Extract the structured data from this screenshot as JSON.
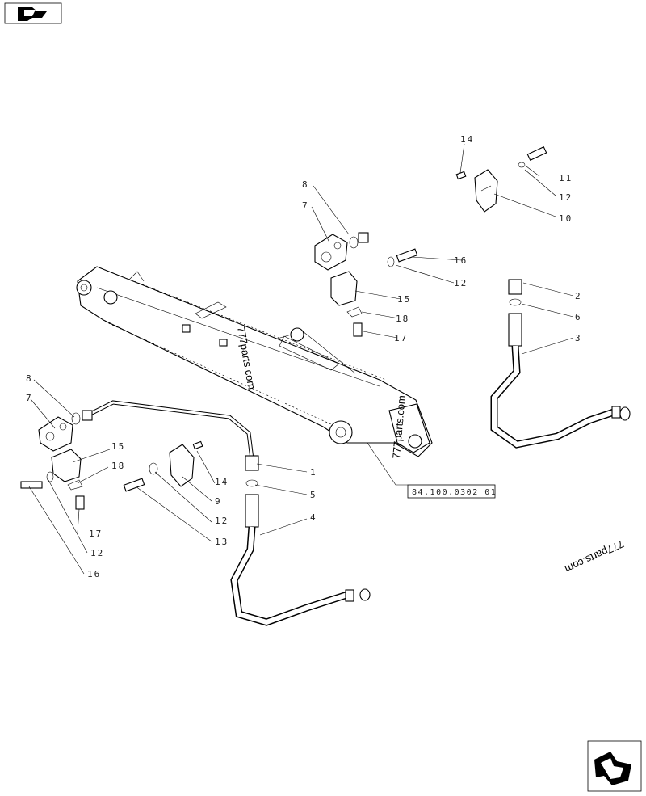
{
  "diagram": {
    "reference": "84.100.0302 01",
    "watermark": "777parts.com",
    "colors": {
      "line": "#000000",
      "background": "#ffffff"
    },
    "nav_icons": [
      "previous-page-arrow-icon",
      "next-page-arrow-icon"
    ],
    "callouts": [
      {
        "id": "c14a",
        "text": "14"
      },
      {
        "id": "c11",
        "text": "11"
      },
      {
        "id": "c12a",
        "text": "12"
      },
      {
        "id": "c10",
        "text": "10"
      },
      {
        "id": "c8a",
        "text": "8"
      },
      {
        "id": "c7a",
        "text": "7"
      },
      {
        "id": "c16a",
        "text": "16"
      },
      {
        "id": "c12b",
        "text": "12"
      },
      {
        "id": "c15a",
        "text": "15"
      },
      {
        "id": "c18a",
        "text": "18"
      },
      {
        "id": "c17a",
        "text": "17"
      },
      {
        "id": "c2",
        "text": "2"
      },
      {
        "id": "c6",
        "text": "6"
      },
      {
        "id": "c3",
        "text": "3"
      },
      {
        "id": "c8b",
        "text": "8"
      },
      {
        "id": "c7b",
        "text": "7"
      },
      {
        "id": "c15b",
        "text": "15"
      },
      {
        "id": "c18b",
        "text": "18"
      },
      {
        "id": "c14b",
        "text": "14"
      },
      {
        "id": "c9",
        "text": "9"
      },
      {
        "id": "c12c",
        "text": "12"
      },
      {
        "id": "c13",
        "text": "13"
      },
      {
        "id": "c1",
        "text": "1"
      },
      {
        "id": "c5",
        "text": "5"
      },
      {
        "id": "c4",
        "text": "4"
      },
      {
        "id": "c17b",
        "text": "17"
      },
      {
        "id": "c12d",
        "text": "12"
      },
      {
        "id": "c16b",
        "text": "16"
      }
    ]
  }
}
